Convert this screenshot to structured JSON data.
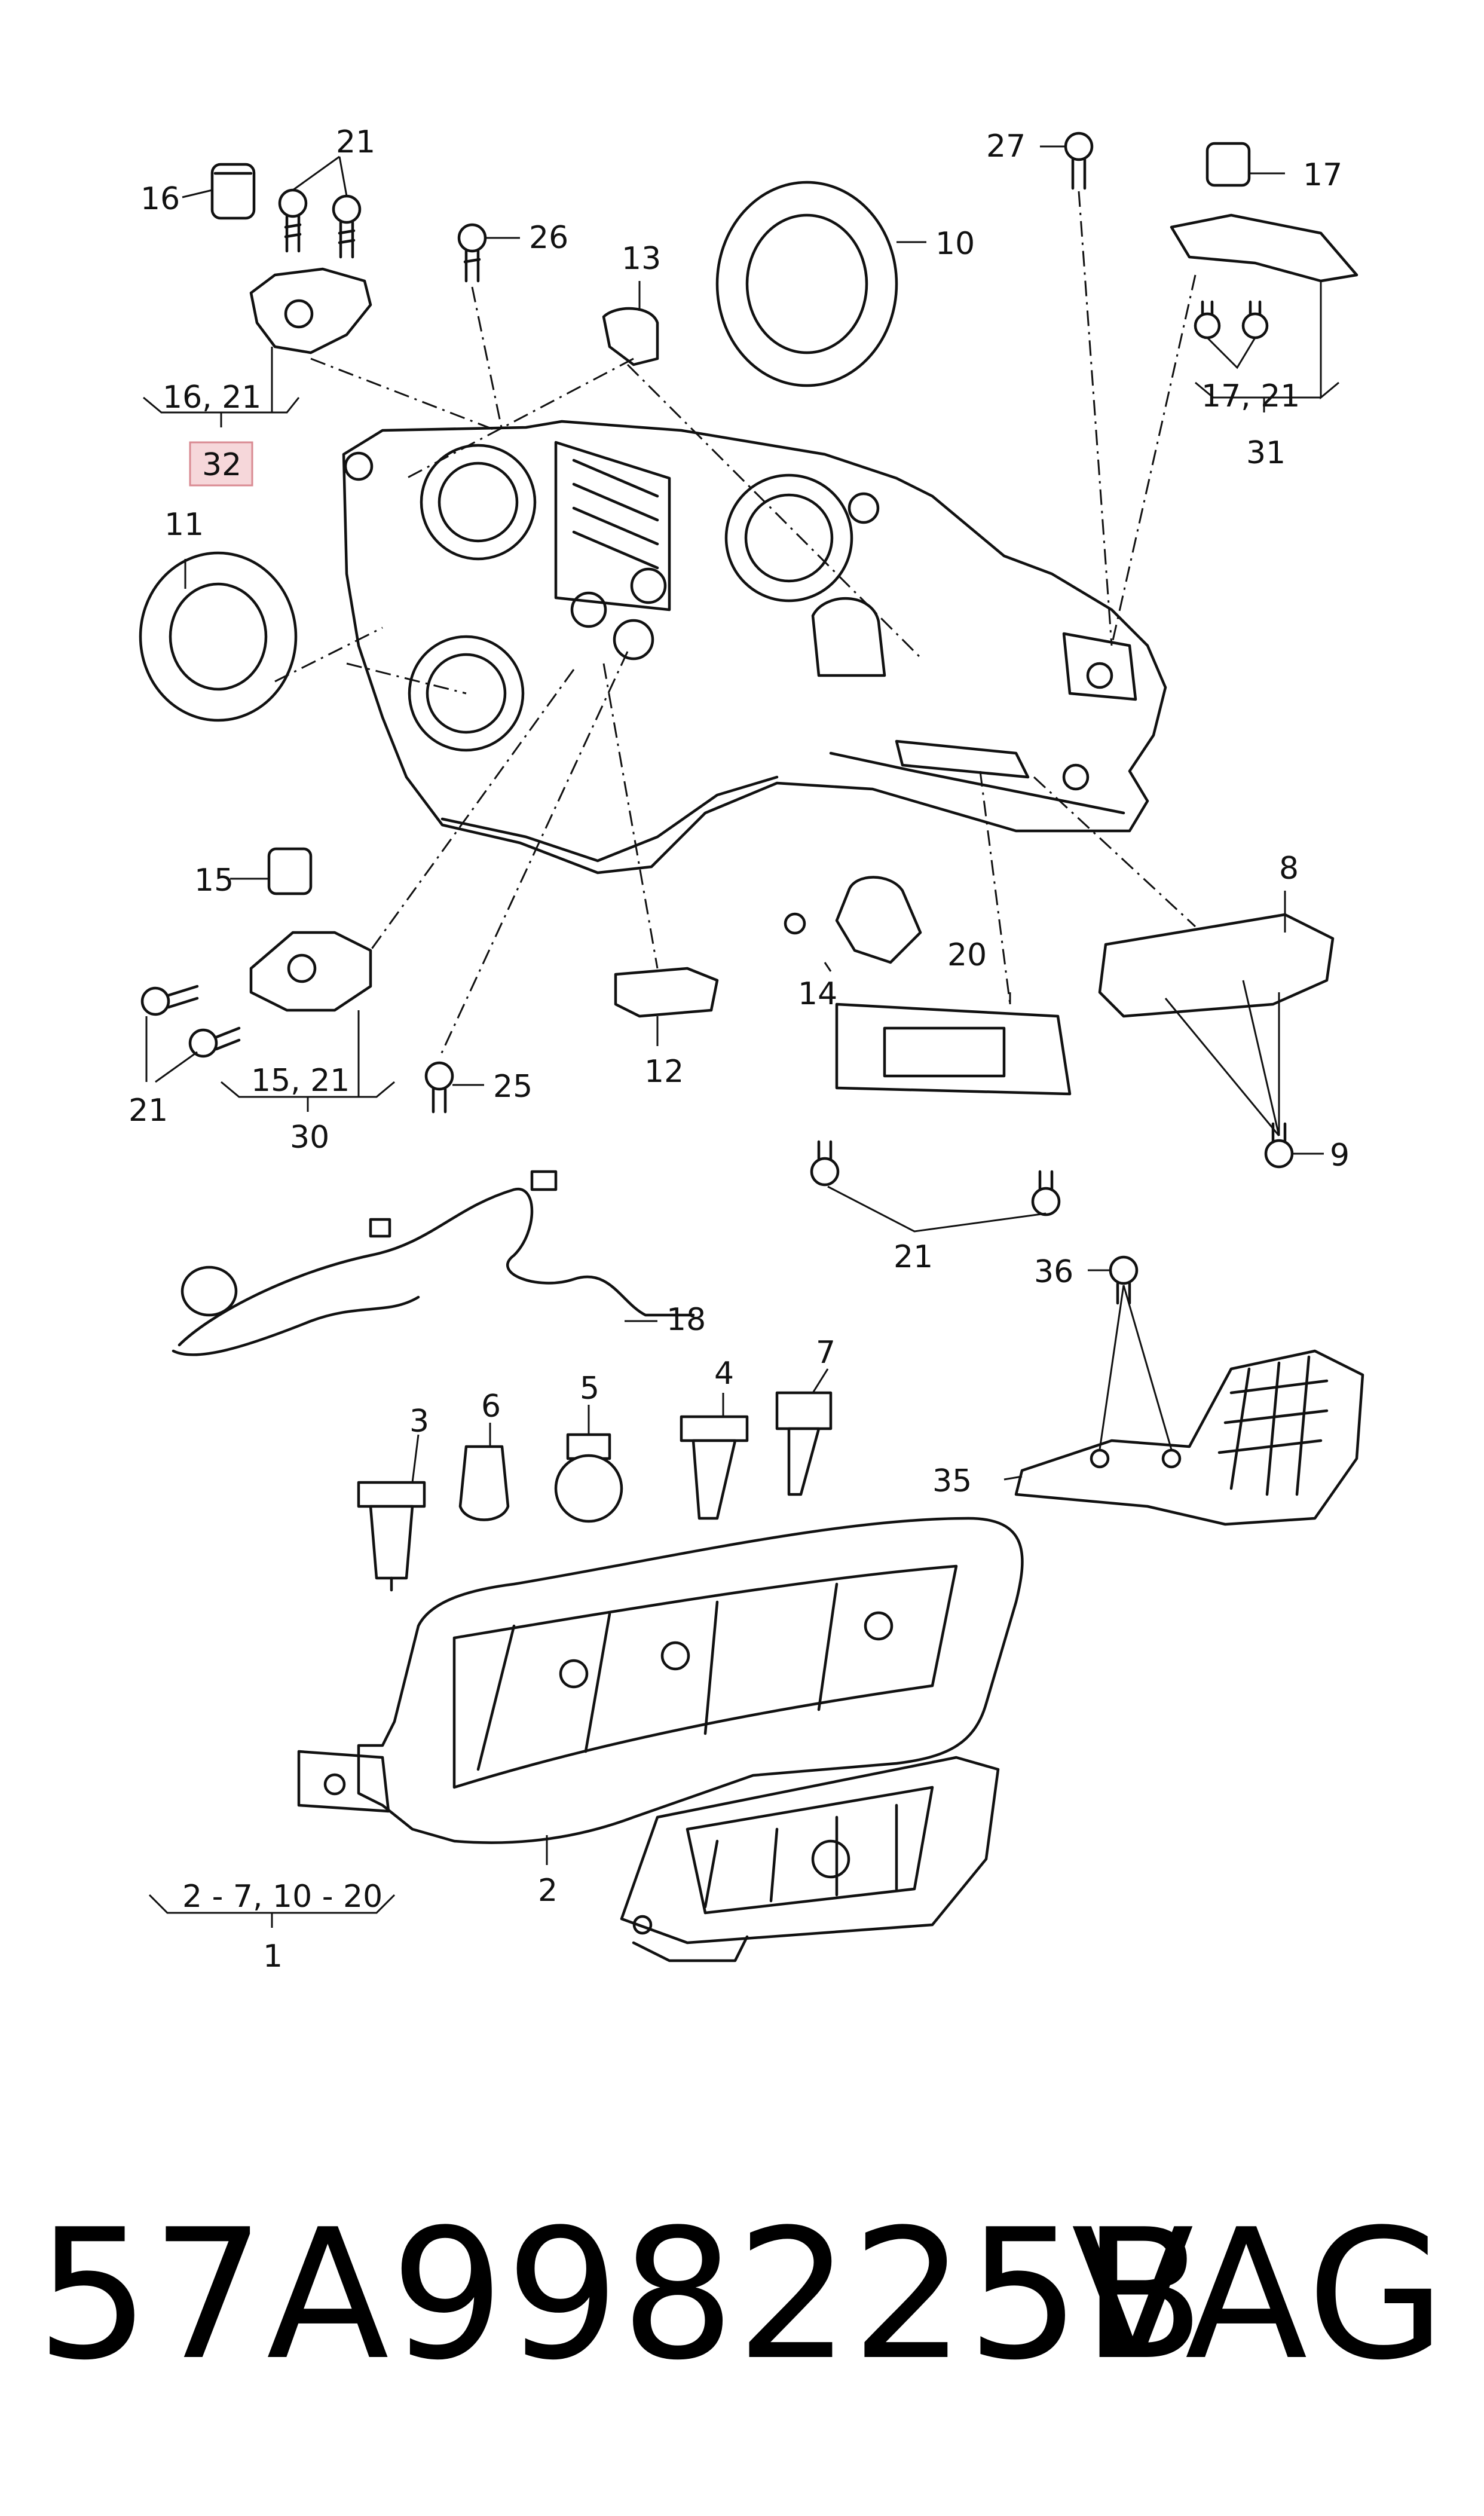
{
  "callouts": {
    "c1": "1",
    "c2": "2",
    "c3": "3",
    "c4": "4",
    "c5": "5",
    "c6": "6",
    "c7": "7",
    "c8": "8",
    "c9": "9",
    "c10": "10",
    "c11": "11",
    "c12": "12",
    "c13": "13",
    "c14": "14",
    "c15": "15",
    "c16": "16",
    "c17": "17",
    "c18": "18",
    "c20": "20",
    "c21": "21",
    "c25": "25",
    "c26": "26",
    "c27": "27",
    "c30": "30",
    "c31": "31",
    "c35": "35",
    "c36": "36",
    "g_16_21": "16, 21",
    "g_32": "32",
    "g_17_21": "17, 21",
    "g_15_21": "15, 21",
    "g_2_7_10_20": "2 - 7, 10 - 20"
  },
  "highlight": {
    "label": "32",
    "fill": "#f6d7da",
    "stroke": "#d98a92"
  },
  "footer": {
    "part_number": "57A998225B",
    "brand": "VAG"
  }
}
